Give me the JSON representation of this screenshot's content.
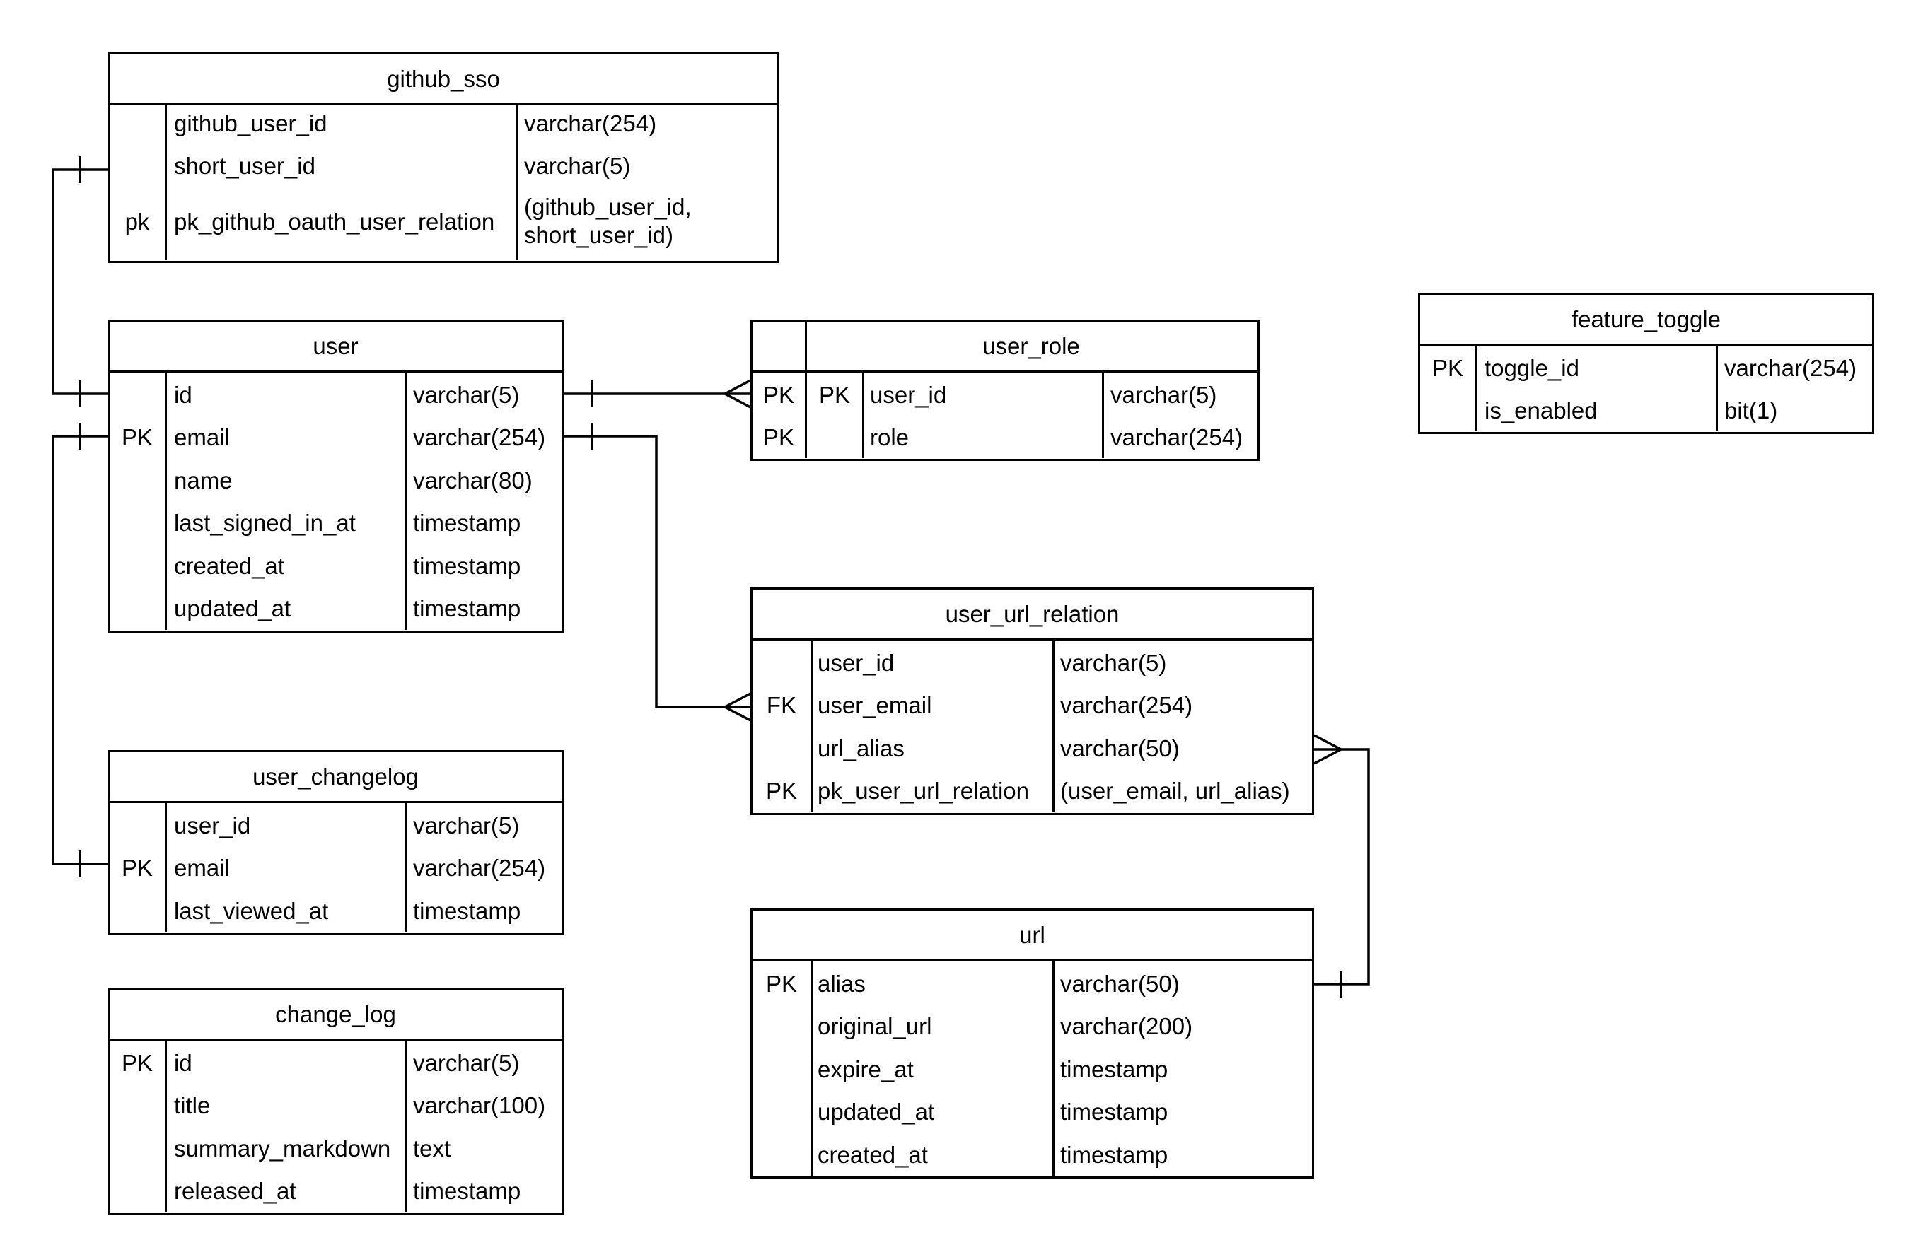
{
  "tables": {
    "github_sso": {
      "title": "github_sso",
      "rows": [
        {
          "key": "",
          "name": "github_user_id",
          "type": "varchar(254)"
        },
        {
          "key": "",
          "name": "short_user_id",
          "type": "varchar(5)"
        },
        {
          "key": "pk",
          "name": "pk_github_oauth_user_relation",
          "type": "(github_user_id, short_user_id)"
        }
      ]
    },
    "user": {
      "title": "user",
      "rows": [
        {
          "key": "",
          "name": "id",
          "type": "varchar(5)"
        },
        {
          "key": "PK",
          "name": "email",
          "type": "varchar(254)"
        },
        {
          "key": "",
          "name": "name",
          "type": "varchar(80)"
        },
        {
          "key": "",
          "name": "last_signed_in_at",
          "type": "timestamp"
        },
        {
          "key": "",
          "name": "created_at",
          "type": "timestamp"
        },
        {
          "key": "",
          "name": "updated_at",
          "type": "timestamp"
        }
      ]
    },
    "user_role": {
      "title": "user_role",
      "rows": [
        {
          "key": "PK",
          "key2": "PK",
          "name": "user_id",
          "type": "varchar(5)"
        },
        {
          "key": "PK",
          "key2": "",
          "name": "role",
          "type": "varchar(254)"
        }
      ]
    },
    "feature_toggle": {
      "title": "feature_toggle",
      "rows": [
        {
          "key": "PK",
          "name": "toggle_id",
          "type": "varchar(254)"
        },
        {
          "key": "",
          "name": "is_enabled",
          "type": "bit(1)"
        }
      ]
    },
    "user_url_relation": {
      "title": "user_url_relation",
      "rows": [
        {
          "key": "",
          "name": "user_id",
          "type": "varchar(5)"
        },
        {
          "key": "FK",
          "name": "user_email",
          "type": "varchar(254)"
        },
        {
          "key": "",
          "name": "url_alias",
          "type": "varchar(50)"
        },
        {
          "key": "PK",
          "name": "pk_user_url_relation",
          "type": "(user_email, url_alias)"
        }
      ]
    },
    "user_changelog": {
      "title": "user_changelog",
      "rows": [
        {
          "key": "",
          "name": "user_id",
          "type": "varchar(5)"
        },
        {
          "key": "PK",
          "name": "email",
          "type": "varchar(254)"
        },
        {
          "key": "",
          "name": "last_viewed_at",
          "type": "timestamp"
        }
      ]
    },
    "url": {
      "title": "url",
      "rows": [
        {
          "key": "PK",
          "name": "alias",
          "type": "varchar(50)"
        },
        {
          "key": "",
          "name": "original_url",
          "type": "varchar(200)"
        },
        {
          "key": "",
          "name": "expire_at",
          "type": "timestamp"
        },
        {
          "key": "",
          "name": "updated_at",
          "type": "timestamp"
        },
        {
          "key": "",
          "name": "created_at",
          "type": "timestamp"
        }
      ]
    },
    "change_log": {
      "title": "change_log",
      "rows": [
        {
          "key": "PK",
          "name": "id",
          "type": "varchar(5)"
        },
        {
          "key": "",
          "name": "title",
          "type": "varchar(100)"
        },
        {
          "key": "",
          "name": "summary_markdown",
          "type": "text"
        },
        {
          "key": "",
          "name": "released_at",
          "type": "timestamp"
        }
      ]
    }
  }
}
